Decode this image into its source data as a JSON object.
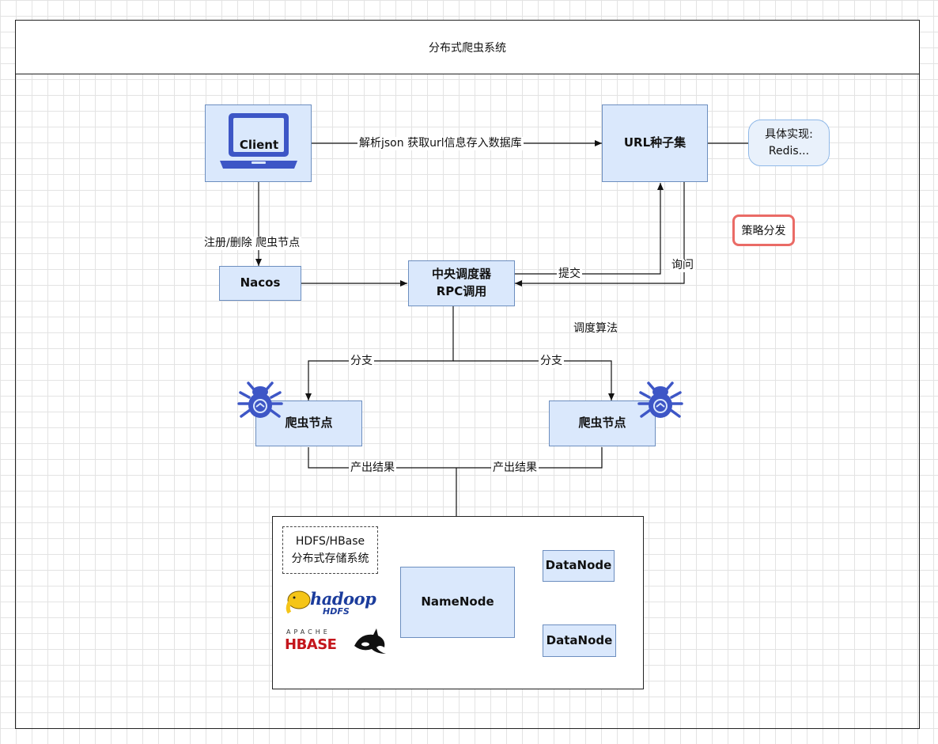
{
  "title": "分布式爬虫系统",
  "nodes": {
    "client": "Client",
    "url_seed": "URL种子集",
    "nacos": "Nacos",
    "scheduler_line1": "中央调度器",
    "scheduler_line2": "RPC调用",
    "crawler_left": "爬虫节点",
    "crawler_right": "爬虫节点",
    "namenode": "NameNode",
    "datanode1": "DataNode",
    "datanode2": "DataNode"
  },
  "redis_note": {
    "line1": "具体实现:",
    "line2": "Redis..."
  },
  "strategy": "策略分发",
  "edges": {
    "parse": "解析json 获取url信息存入数据库",
    "register": "注册/删除 爬虫节点",
    "submit": "提交",
    "query": "询问",
    "algo": "调度算法",
    "branch_left": "分支",
    "branch_right": "分支",
    "output_left": "产出结果",
    "output_right": "产出结果"
  },
  "storage": {
    "line1": "HDFS/HBase",
    "line2": "分布式存储系统"
  },
  "logos": {
    "hadoop": "hadoop",
    "hadoop_sub": "HDFS",
    "hbase_top": "APACHE",
    "hbase": "HBASE"
  },
  "colors": {
    "node_fill": "#dae8fc",
    "node_stroke": "#6c8ebf",
    "icon": "#3d56c6",
    "strategy_border": "#ea6b66"
  }
}
